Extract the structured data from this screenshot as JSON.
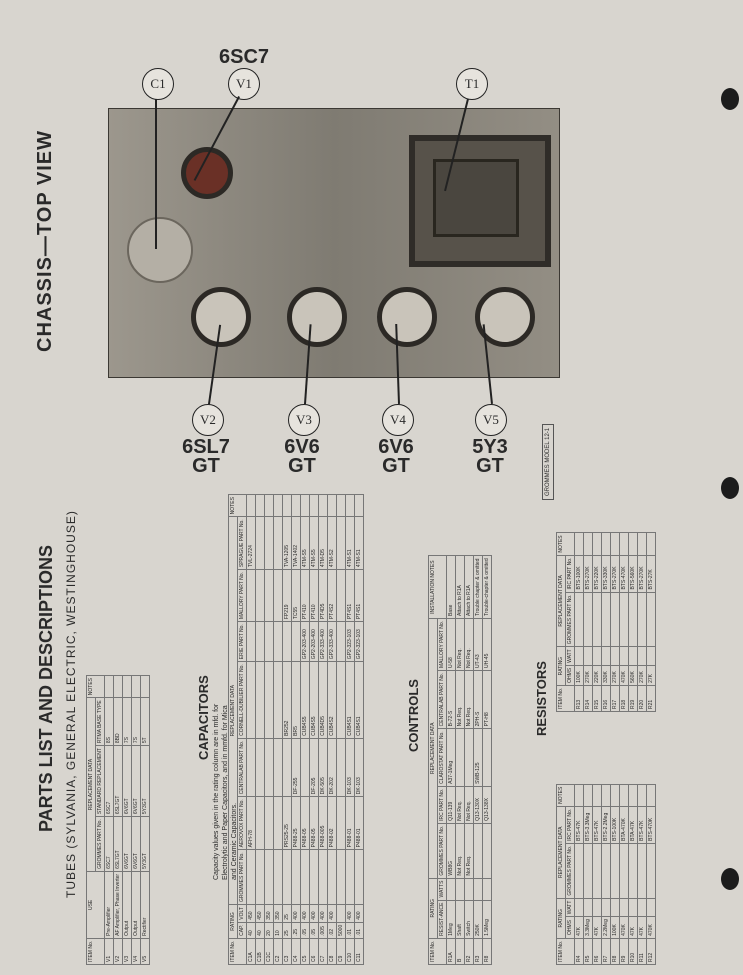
{
  "chassis": {
    "title": "CHASSIS—TOP VIEW",
    "callouts": {
      "c1": "C1",
      "v1": "V1",
      "t1": "T1",
      "v2": "V2",
      "v3": "V3",
      "v4": "V4",
      "v5": "V5"
    },
    "tube_labels": {
      "v1": "6SC7",
      "v2_a": "6SL7",
      "v2_b": "GT",
      "v3_a": "6V6",
      "v3_b": "GT",
      "v4_a": "6V6",
      "v4_b": "GT",
      "v5_a": "5Y3",
      "v5_b": "GT"
    }
  },
  "parts": {
    "title": "PARTS LIST AND DESCRIPTIONS",
    "model_line1": "GROMMES",
    "model_line2": "MODEL 12-1",
    "tubes_title": "TUBES (SYLVANIA, GENERAL ELECTRIC, WESTINGHOUSE)",
    "tubes_headers": {
      "item": "ITEM No.",
      "use": "USE",
      "repl": "REPLACEMENT DATA",
      "grommes": "GROMMES PART No.",
      "standard": "STANDARD REPLACEMENT",
      "rtma": "RTMA BASE TYPE",
      "notes": "NOTES"
    },
    "tubes_rows": [
      [
        "V1",
        "Pre-Amplifier",
        "6SC7",
        "6SC7",
        "8S",
        ""
      ],
      [
        "V2",
        "AF Amplifier, Phase Inverter",
        "6SL7GT",
        "6SL7GT",
        "8BD",
        ""
      ],
      [
        "V3",
        "Output",
        "6V6GT",
        "6V6GT",
        "7S",
        ""
      ],
      [
        "V4",
        "Output",
        "6V6GT",
        "6V6GT",
        "7S",
        ""
      ],
      [
        "V5",
        "Rectifier",
        "5Y3GT",
        "5Y3GT",
        "5T",
        ""
      ]
    ],
    "capacitors_title": "CAPACITORS",
    "capacitors_note": "Capacity values given in the rating column are in mfd. for Electrolytic and Paper Capacitors, and in mmfd. for Mica and Ceramic Capacitors.",
    "cap_headers": {
      "item": "ITEM No.",
      "rating": "RATING",
      "cap": "CAP.",
      "volt": "VOLT",
      "repl": "REPLACEMENT DATA",
      "grommes": "GROMMES PART No.",
      "aerovox": "AEROVOX PART No.",
      "centralab": "CENTRALAB PART No.",
      "cornell": "CORNELL-DUBILIER PART No.",
      "erie": "ERIE PART No.",
      "mallory": "MALLORY PART No.",
      "sprague": "SPRAGUE PART No.",
      "notes": "NOTES"
    },
    "cap_rows": [
      [
        "C1A",
        "40",
        "450",
        "",
        "AFH-78",
        "",
        "",
        "",
        "",
        "TVL-2724",
        ""
      ],
      [
        "C1B",
        "40",
        "450",
        "",
        "",
        "",
        "",
        "",
        "",
        "",
        ""
      ],
      [
        "C1C",
        "20",
        "350",
        "",
        "",
        "",
        "",
        "",
        "",
        "",
        ""
      ],
      [
        "C2",
        "10",
        "350",
        "",
        "",
        "",
        "",
        "",
        "",
        "",
        ""
      ],
      [
        "C3",
        "25",
        "25",
        "",
        "PRS25-25",
        "",
        "BR252",
        "",
        "FP219",
        "TVA-1205",
        ""
      ],
      [
        "C4",
        ".25",
        "400",
        "",
        "P488-25",
        "DF-255",
        "BR5",
        "",
        "TC55",
        "TVA-1402",
        ""
      ],
      [
        "C5",
        ".05",
        "400",
        "",
        "P488-05",
        "",
        "CUB4S5",
        "GP2-203-400",
        "PT410",
        "4TM-S5",
        ""
      ],
      [
        "C6",
        ".05",
        "400",
        "",
        "P488-05",
        "DF-205",
        "CUB4S5",
        "GP2-203-400",
        "PT410",
        "4TM-S5",
        ""
      ],
      [
        "C7",
        ".005",
        "400",
        "",
        "P488-005",
        "DK-505",
        "CUB4D5",
        "GP2-333-400",
        "PT4D5",
        "4TM-D5",
        ""
      ],
      [
        "C8",
        ".02",
        "400",
        "",
        "P488-02",
        "DK-202",
        "CUB4S2",
        "GP2-333-400",
        "PT4S2",
        "4TM-S2",
        ""
      ],
      [
        "C9",
        "5000",
        "",
        "",
        "",
        "",
        "",
        "",
        "",
        "",
        ""
      ],
      [
        "C10",
        ".01",
        "400",
        "",
        "P488-01",
        "DK-103",
        "CUB4S1",
        "GP2-323-103",
        "PT4S1",
        "4TM-S1",
        ""
      ],
      [
        "C11",
        ".01",
        "400",
        "",
        "P488-01",
        "DK-103",
        "CUB4S1",
        "GP2-323-103",
        "PT4S1",
        "4TM-S1",
        ""
      ]
    ],
    "controls_title": "CONTROLS",
    "ctrl_headers": {
      "item": "ITEM No.",
      "rating": "RATING",
      "resist": "RESIST-ANCE",
      "watts": "WATTS",
      "repl": "REPLACEMENT DATA",
      "grommes": "GROMMES PART No.",
      "irc": "IRC PART No.",
      "clarostat": "CLAROSTAT PART No.",
      "centralab": "CENTRALAB PART No.",
      "mallory": "MALLORY PART No.",
      "install": "INSTALLATION NOTES"
    },
    "ctrl_rows": [
      [
        "R1A",
        "1Meg",
        "",
        "WB8G",
        "Q11-139",
        "A37-1Meg",
        "B-72-S",
        "U-58",
        "Base"
      ],
      [
        "B",
        "Shaft",
        "",
        "Not Req.",
        "Not Req.",
        "",
        "Not Req.",
        "Not Req.",
        "Attach to R1A"
      ],
      [
        "R2",
        "Switch",
        "",
        "Not Req.",
        "Not Req.",
        "",
        "Not Req.",
        "Not Req.",
        "Attach to R1A"
      ],
      [
        "R3",
        "250K",
        "",
        "",
        "Q13-130X",
        "SWB-125",
        "2PH-S",
        "UT-43",
        "Trouble chapter & omitted"
      ],
      [
        "R8",
        "1.5Meg",
        "",
        "",
        "Q13-138X",
        "",
        "PT-H8",
        "UH-45",
        "Trouble-chapter & omitted"
      ]
    ],
    "resistors_title": "RESISTORS",
    "res_headers": {
      "item": "ITEM No.",
      "rating": "RATING",
      "ohms": "OHMS",
      "watt": "WATT",
      "repl": "REPLACEMENT DATA",
      "grommes": "GROMMES PART No.",
      "irc": "IRC PART No.",
      "notes": "NOTES"
    },
    "res_rows_left": [
      [
        "R4",
        "47K",
        "",
        "",
        "BTS-47K",
        ""
      ],
      [
        "R5",
        "3.3Meg",
        "",
        "",
        "BTS-3.3Meg",
        ""
      ],
      [
        "R6",
        "47K",
        "",
        "",
        "BTS-47K",
        ""
      ],
      [
        "R7",
        "2.2Meg",
        "",
        "",
        "BTS-2.2Meg",
        ""
      ],
      [
        "R8",
        "100K",
        "",
        "",
        "BTS-100K",
        ""
      ],
      [
        "R9",
        "470K",
        "",
        "",
        "BTA-470K",
        ""
      ],
      [
        "R10",
        "47K",
        "",
        "",
        "BTA-47K",
        ""
      ],
      [
        "R11",
        "47K",
        "",
        "",
        "BTS-47K",
        ""
      ],
      [
        "R12",
        "470K",
        "",
        "",
        "BTS-470K",
        ""
      ]
    ],
    "res_rows_right": [
      [
        "R13",
        "100K",
        "",
        "",
        "BTS-100K",
        ""
      ],
      [
        "R14",
        "270K",
        "",
        "",
        "BTS-270K",
        ""
      ],
      [
        "R15",
        "220K",
        "",
        "",
        "BTS-220K",
        ""
      ],
      [
        "R16",
        "330K",
        "",
        "",
        "BTS-330K",
        ""
      ],
      [
        "R17",
        "270K",
        "",
        "",
        "BTS-270K",
        ""
      ],
      [
        "R18",
        "470K",
        "",
        "",
        "BTS-470K",
        ""
      ],
      [
        "R19",
        "560K",
        "",
        "",
        "BTS-560K",
        ""
      ],
      [
        "R20",
        "270K",
        "",
        "",
        "BTS-270K",
        ""
      ],
      [
        "R21",
        "27K",
        "",
        "",
        "BTS-27K",
        ""
      ]
    ]
  }
}
